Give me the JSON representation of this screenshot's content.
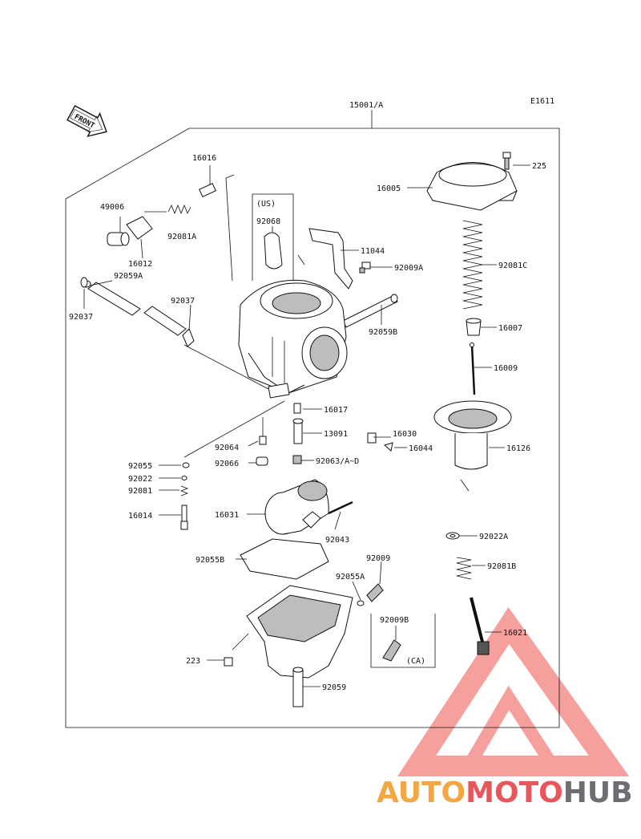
{
  "diagram_code": "E1611",
  "assembly_label": "15001/A",
  "front_arrow_label": "FRONT",
  "us_box_label": "(US)",
  "ca_box_label": "(CA)",
  "parts": [
    {
      "id": "p-225",
      "label": "225"
    },
    {
      "id": "p-16005",
      "label": "16005"
    },
    {
      "id": "p-16016",
      "label": "16016"
    },
    {
      "id": "p-49006",
      "label": "49006"
    },
    {
      "id": "p-92081a",
      "label": "92081A"
    },
    {
      "id": "p-92068",
      "label": "92068"
    },
    {
      "id": "p-11044",
      "label": "11044"
    },
    {
      "id": "p-16012",
      "label": "16012"
    },
    {
      "id": "p-92009a",
      "label": "92009A"
    },
    {
      "id": "p-92059a",
      "label": "92059A"
    },
    {
      "id": "p-92081c",
      "label": "92081C"
    },
    {
      "id": "p-92037-right",
      "label": "92037"
    },
    {
      "id": "p-92037-left",
      "label": "92037"
    },
    {
      "id": "p-92059b",
      "label": "92059B"
    },
    {
      "id": "p-16007",
      "label": "16007"
    },
    {
      "id": "p-16009",
      "label": "16009"
    },
    {
      "id": "p-16017",
      "label": "16017"
    },
    {
      "id": "p-13091",
      "label": "13091"
    },
    {
      "id": "p-16030",
      "label": "16030"
    },
    {
      "id": "p-92064",
      "label": "92064"
    },
    {
      "id": "p-16044",
      "label": "16044"
    },
    {
      "id": "p-16126",
      "label": "16126"
    },
    {
      "id": "p-92055",
      "label": "92055"
    },
    {
      "id": "p-92066",
      "label": "92066"
    },
    {
      "id": "p-92063",
      "label": "92063/A~D"
    },
    {
      "id": "p-92022",
      "label": "92022"
    },
    {
      "id": "p-92081",
      "label": "92081"
    },
    {
      "id": "p-16014",
      "label": "16014"
    },
    {
      "id": "p-16031",
      "label": "16031"
    },
    {
      "id": "p-92043",
      "label": "92043"
    },
    {
      "id": "p-92022a",
      "label": "92022A"
    },
    {
      "id": "p-92009",
      "label": "92009"
    },
    {
      "id": "p-92055b",
      "label": "92055B"
    },
    {
      "id": "p-92081b",
      "label": "92081B"
    },
    {
      "id": "p-92055a",
      "label": "92055A"
    },
    {
      "id": "p-16021",
      "label": "16021"
    },
    {
      "id": "p-92009b",
      "label": "92009B"
    },
    {
      "id": "p-223",
      "label": "223"
    },
    {
      "id": "p-92059",
      "label": "92059"
    }
  ],
  "watermark": {
    "part1": "AUTO",
    "part2": "MOTO",
    "part3": "HUB",
    "colors": {
      "auto": "#f4a640",
      "moto": "#e8555a",
      "hub": "#6d6e71",
      "triangle": "#ef5350"
    }
  }
}
